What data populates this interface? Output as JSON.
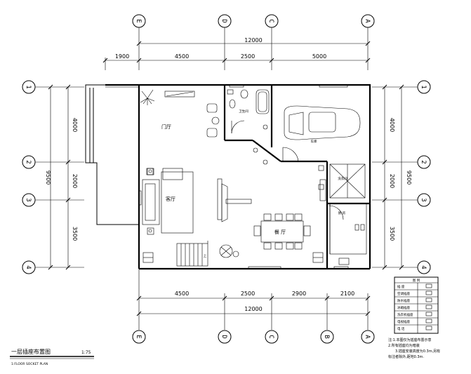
{
  "drawing": {
    "title": "一层插座布置图",
    "scale": "1:75",
    "subtitle": "1:FLOOR SOCKET PLAN"
  },
  "axes": {
    "top": [
      "E",
      "D",
      "C",
      "A"
    ],
    "bottom": [
      "E",
      "D",
      "C",
      "B",
      "A"
    ],
    "left": [
      "1",
      "2",
      "3",
      "4"
    ],
    "right": [
      "1",
      "2",
      "3",
      "4"
    ]
  },
  "dimensions": {
    "top_total": "12000",
    "top_segments": [
      "1900",
      "4500",
      "2500",
      "5000"
    ],
    "bottom_segments": [
      "4500",
      "2500",
      "2900",
      "2100"
    ],
    "bottom_total": "12000",
    "left_segments": [
      "4000",
      "2000",
      "3500"
    ],
    "left_total": "9500",
    "right_segments": [
      "4000",
      "2000",
      "3500"
    ],
    "right_total": "9500"
  },
  "rooms": {
    "entry": "门厅",
    "bath": "卫生间",
    "garage": "车库",
    "laundry": "洗衣间",
    "kitchen": "厨 房",
    "living": "客厅",
    "dining": "餐 厅",
    "stair_label": "上"
  },
  "legend": {
    "title": "图 例",
    "rows": [
      "插 座",
      "空调插座",
      "防水插座",
      "冰箱插座",
      "洗衣机插座",
      "电视插座",
      "电 话"
    ]
  },
  "notes": [
    "注:1.本图仅为插座布置示意",
    "2.所有插座均为暗装",
    "3.插座安装高度为0.3m,另有",
    "标注者除外,距地0.3m."
  ]
}
